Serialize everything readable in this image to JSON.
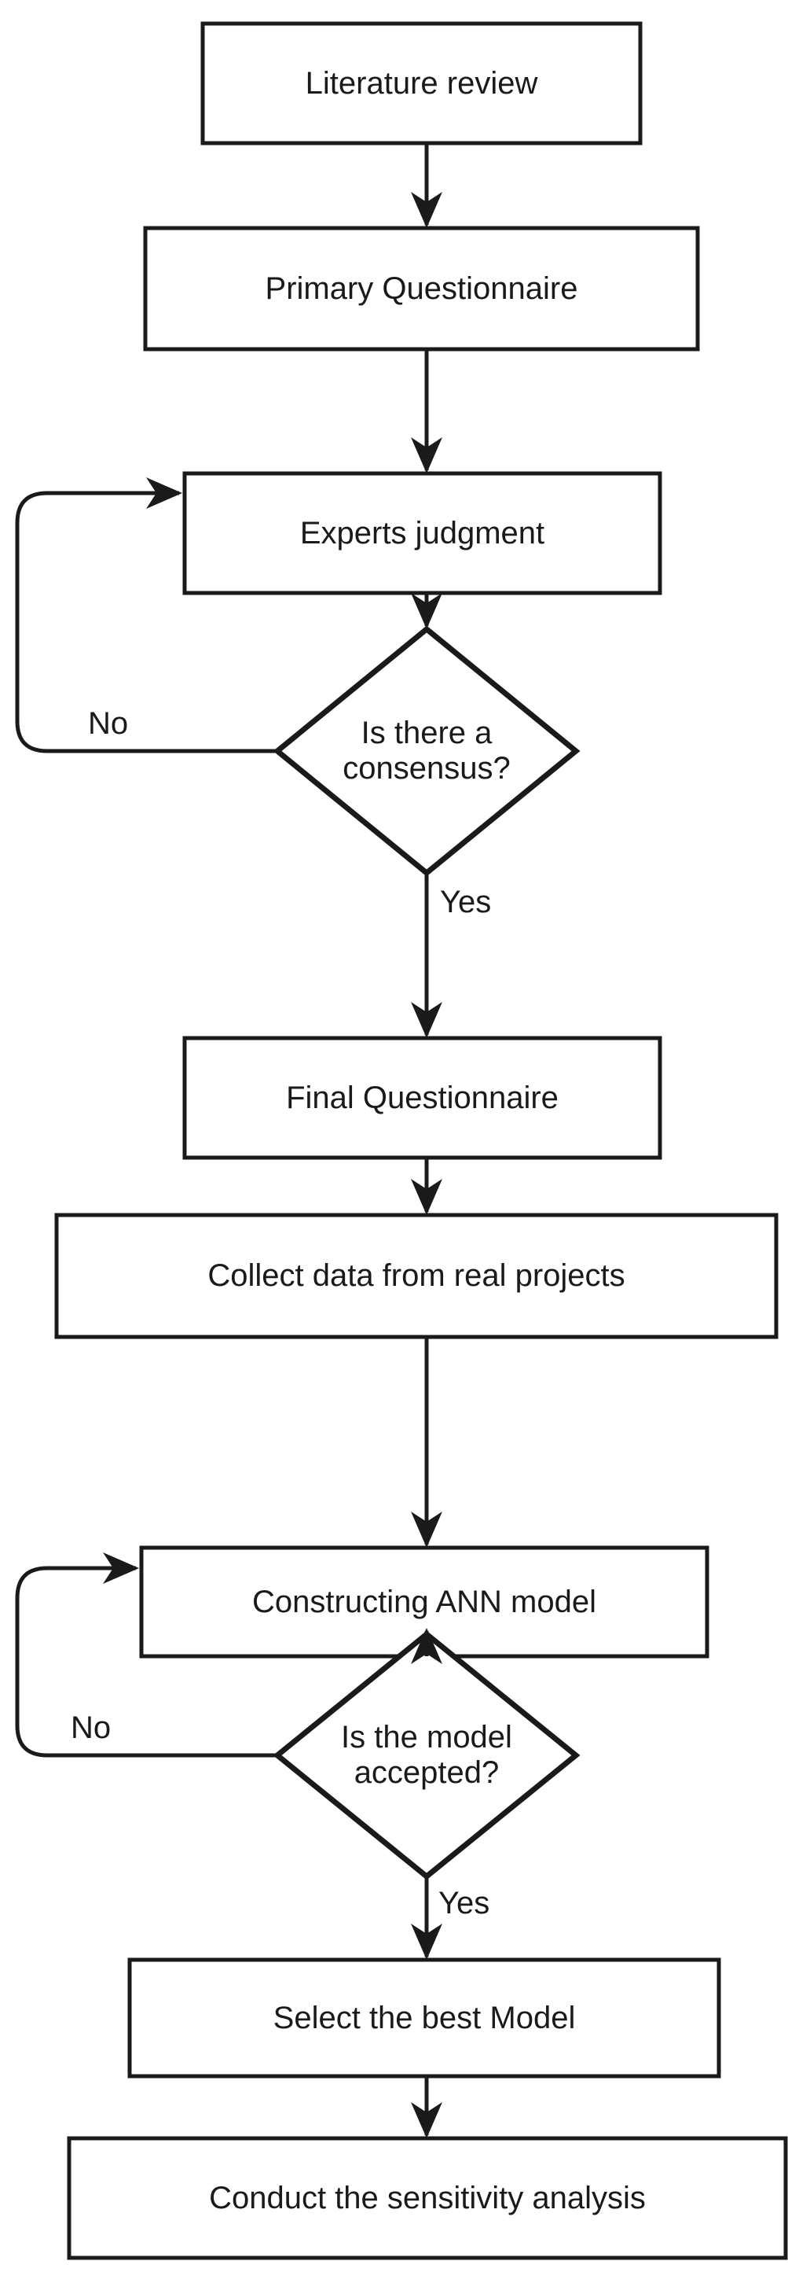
{
  "diagram": {
    "title": "Research methodology flowchart",
    "background_color": "#ffffff",
    "stroke_color": "#1a1a1a",
    "text_color": "#1a1a1a",
    "fill_color": "#ffffff"
  },
  "nodes": [
    {
      "id": "literature-review",
      "type": "process",
      "label": "Literature review"
    },
    {
      "id": "primary-questionnaire",
      "type": "process",
      "label": "Primary Questionnaire"
    },
    {
      "id": "experts-judgment",
      "type": "process",
      "label": "Experts judgment"
    },
    {
      "id": "consensus-decision",
      "type": "decision",
      "label": "Is there a\nconsensus?"
    },
    {
      "id": "final-questionnaire",
      "type": "process",
      "label": "Final Questionnaire"
    },
    {
      "id": "collect-data",
      "type": "process",
      "label": "Collect data from real projects"
    },
    {
      "id": "constructing-ann",
      "type": "process",
      "label": "Constructing ANN model"
    },
    {
      "id": "model-accepted",
      "type": "decision",
      "label": "Is the model\naccepted?"
    },
    {
      "id": "select-best-model",
      "type": "process",
      "label": "Select the best Model"
    },
    {
      "id": "sensitivity-analysis",
      "type": "process",
      "label": "Conduct the sensitivity analysis"
    }
  ],
  "edges": [
    {
      "id": "e1",
      "from": "literature-review",
      "to": "primary-questionnaire",
      "label": ""
    },
    {
      "id": "e2",
      "from": "primary-questionnaire",
      "to": "experts-judgment",
      "label": ""
    },
    {
      "id": "e3",
      "from": "experts-judgment",
      "to": "consensus-decision",
      "label": ""
    },
    {
      "id": "e4",
      "from": "consensus-decision",
      "to": "experts-judgment",
      "label": "No"
    },
    {
      "id": "e5",
      "from": "consensus-decision",
      "to": "final-questionnaire",
      "label": "Yes"
    },
    {
      "id": "e6",
      "from": "final-questionnaire",
      "to": "collect-data",
      "label": ""
    },
    {
      "id": "e7",
      "from": "collect-data",
      "to": "constructing-ann",
      "label": ""
    },
    {
      "id": "e8",
      "from": "constructing-ann",
      "to": "model-accepted",
      "label": ""
    },
    {
      "id": "e9",
      "from": "model-accepted",
      "to": "constructing-ann",
      "label": "No"
    },
    {
      "id": "e10",
      "from": "model-accepted",
      "to": "select-best-model",
      "label": "Yes"
    },
    {
      "id": "e11",
      "from": "select-best-model",
      "to": "sensitivity-analysis",
      "label": ""
    }
  ],
  "edge_labels": {
    "consensus_no": "No",
    "consensus_yes": "Yes",
    "model_no": "No",
    "model_yes": "Yes"
  }
}
